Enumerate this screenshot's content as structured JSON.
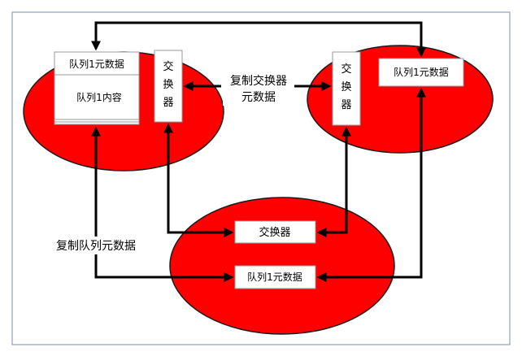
{
  "diagram": {
    "colors": {
      "node_fill": "#ff0000",
      "node_stroke": "#1a1a1a",
      "frame_stroke": "#7b8fa7",
      "frame_bg": "#ffffff",
      "edge": "#000000"
    },
    "nodes": {
      "left": {
        "queue_meta": "队列1元数据",
        "queue_content": "队列1内容",
        "exchange": [
          "交",
          "换",
          "器"
        ]
      },
      "right": {
        "exchange": [
          "交",
          "换",
          "器"
        ],
        "queue_meta": "队列1元数据"
      },
      "bottom": {
        "exchange": "交换器",
        "queue_meta": "队列1元数据"
      }
    },
    "edge_labels": {
      "exchange_copy": [
        "复制交换器",
        "元数据"
      ],
      "queue_copy": "复制队列元数据"
    }
  }
}
